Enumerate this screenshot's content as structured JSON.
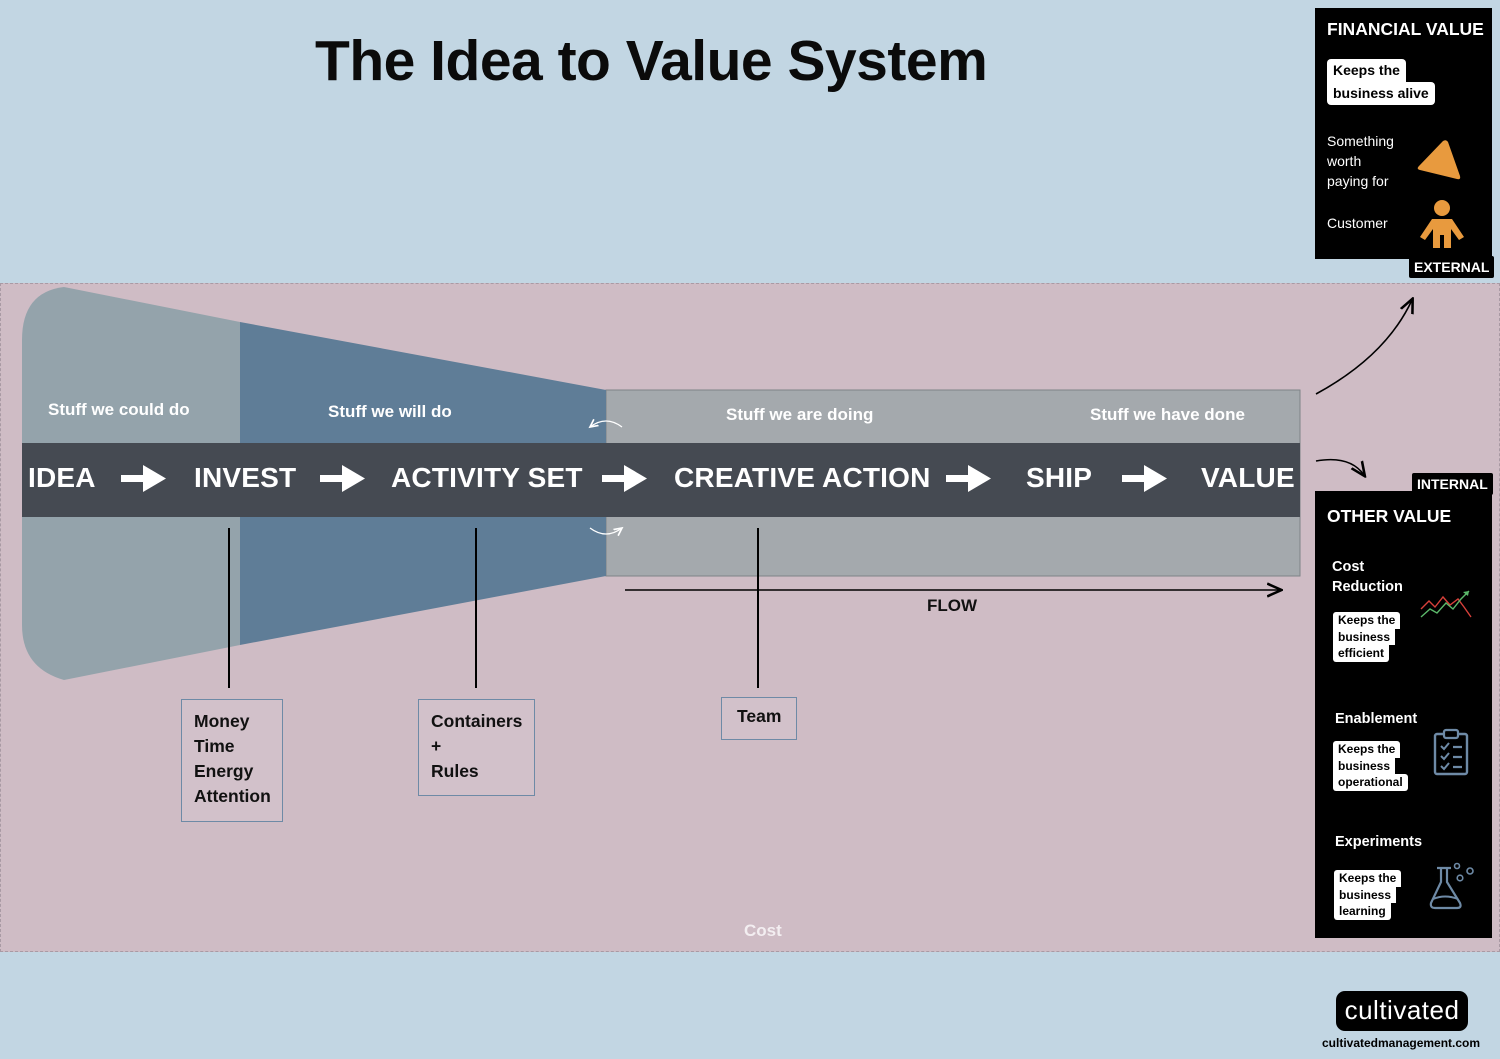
{
  "title": "The Idea to Value System",
  "zones": {
    "could_do": "Stuff we could do",
    "will_do": "Stuff we will do",
    "doing": "Stuff we are doing",
    "done": "Stuff we have done"
  },
  "stages": [
    "IDEA",
    "INVEST",
    "ACTIVITY SET",
    "CREATIVE ACTION",
    "SHIP",
    "VALUE"
  ],
  "callouts": {
    "invest": [
      "Money",
      "Time",
      "Energy",
      "Attention"
    ],
    "activity_set": [
      "Containers",
      "+",
      "Rules"
    ],
    "creative_action": [
      "Team"
    ]
  },
  "flow_label": "FLOW",
  "cost_label": "Cost",
  "financial_panel": {
    "title": "FINANCIAL VALUE",
    "chip": [
      "Keeps the",
      "business alive"
    ],
    "product_text": [
      "Something",
      "worth",
      "paying for"
    ],
    "customer_text": "Customer",
    "tag": "EXTERNAL",
    "icons": [
      "triangle-icon",
      "person-icon"
    ]
  },
  "other_panel": {
    "tag": "INTERNAL",
    "title": "OTHER VALUE",
    "items": [
      {
        "heading": [
          "Cost",
          "Reduction"
        ],
        "chip": [
          "Keeps the",
          "business",
          "efficient"
        ],
        "icon": "trend-chart-icon"
      },
      {
        "heading": [
          "Enablement"
        ],
        "chip": [
          "Keeps the",
          "business",
          "operational"
        ],
        "icon": "clipboard-icon"
      },
      {
        "heading": [
          "Experiments"
        ],
        "chip": [
          "Keeps the",
          "business",
          "learning"
        ],
        "icon": "flask-icon"
      }
    ]
  },
  "colors": {
    "background": "#c2d6e3",
    "cost_band": "#cfbcc5",
    "could_do": "#94a3ab",
    "will_do": "#5f7d97",
    "doing": "#a4a9ad",
    "pipeline": "#454a52",
    "accent_orange": "#e89a3e"
  },
  "logo": {
    "text": "cultivated",
    "url": "cultivatedmanagement.com"
  }
}
